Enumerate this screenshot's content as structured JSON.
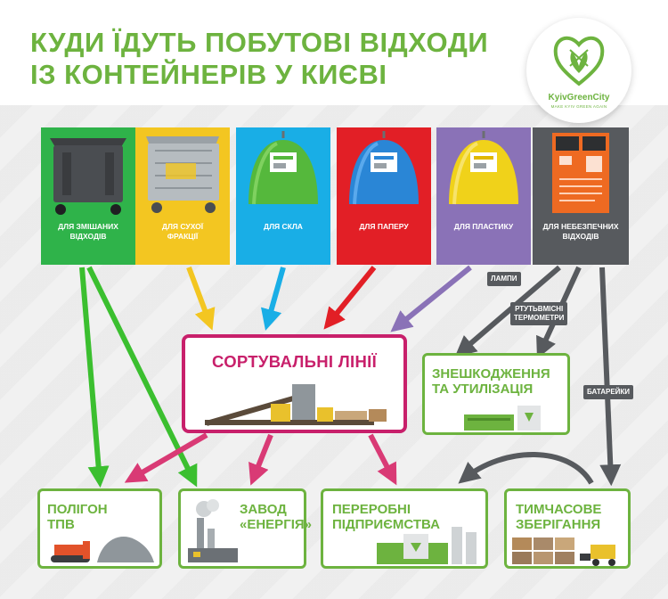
{
  "title": {
    "line1": "КУДИ ЇДУТЬ ПОБУТОВІ ВІДХОДИ",
    "line2": "ІЗ КОНТЕЙНЕРІВ У КИЄВІ"
  },
  "logo": {
    "name": "KyivGreenCity",
    "slogan": "MAKE KYIV GREEN AGAIN"
  },
  "containers": {
    "mixed": {
      "line1": "ДЛЯ ЗМІШАНИХ",
      "line2": "ВІДХОДІВ"
    },
    "dry": {
      "line1": "ДЛЯ СУХОЇ",
      "line2": "ФРАКЦІЇ"
    },
    "glass": {
      "line1": "ДЛЯ СКЛА"
    },
    "paper": {
      "line1": "ДЛЯ ПАПЕРУ"
    },
    "plastic": {
      "line1": "ДЛЯ ПЛАСТИКУ"
    },
    "hazard": {
      "line1": "ДЛЯ НЕБЕЗПЕЧНИХ",
      "line2": "ВІДХОДІВ"
    }
  },
  "tags": {
    "lamps": "ЛАМПИ",
    "thermo_line1": "РТУТЬВМІСНІ",
    "thermo_line2": "ТЕРМОМЕТРИ",
    "batteries": "БАТАРЕЙКИ"
  },
  "sorting": {
    "title": "СОРТУВАЛЬНІ ЛІНІЇ"
  },
  "neutralize": {
    "line1": "ЗНЕШКОДЖЕННЯ",
    "line2": "ТА УТИЛІЗАЦІЯ"
  },
  "landfill": {
    "line1": "ПОЛІГОН",
    "line2": "ТПВ"
  },
  "energy": {
    "line1": "ЗАВОД",
    "line2": "«ЕНЕРГІЯ»"
  },
  "processing": {
    "line1": "ПЕРЕРОБНІ",
    "line2": "ПІДПРИЄМСТВА"
  },
  "storage": {
    "line1": "ТИМЧАСОВЕ",
    "line2": "ЗБЕРІГАННЯ"
  },
  "colors": {
    "title_green": "#6db33f",
    "sorting_magenta": "#c8206b",
    "mixed_green": "#2fb34a",
    "dry_yellow": "#f3c621",
    "glass_blue": "#19aee6",
    "paper_red": "#e21f26",
    "plastic_purple": "#8a72b7",
    "hazard_gray": "#575a5e"
  }
}
